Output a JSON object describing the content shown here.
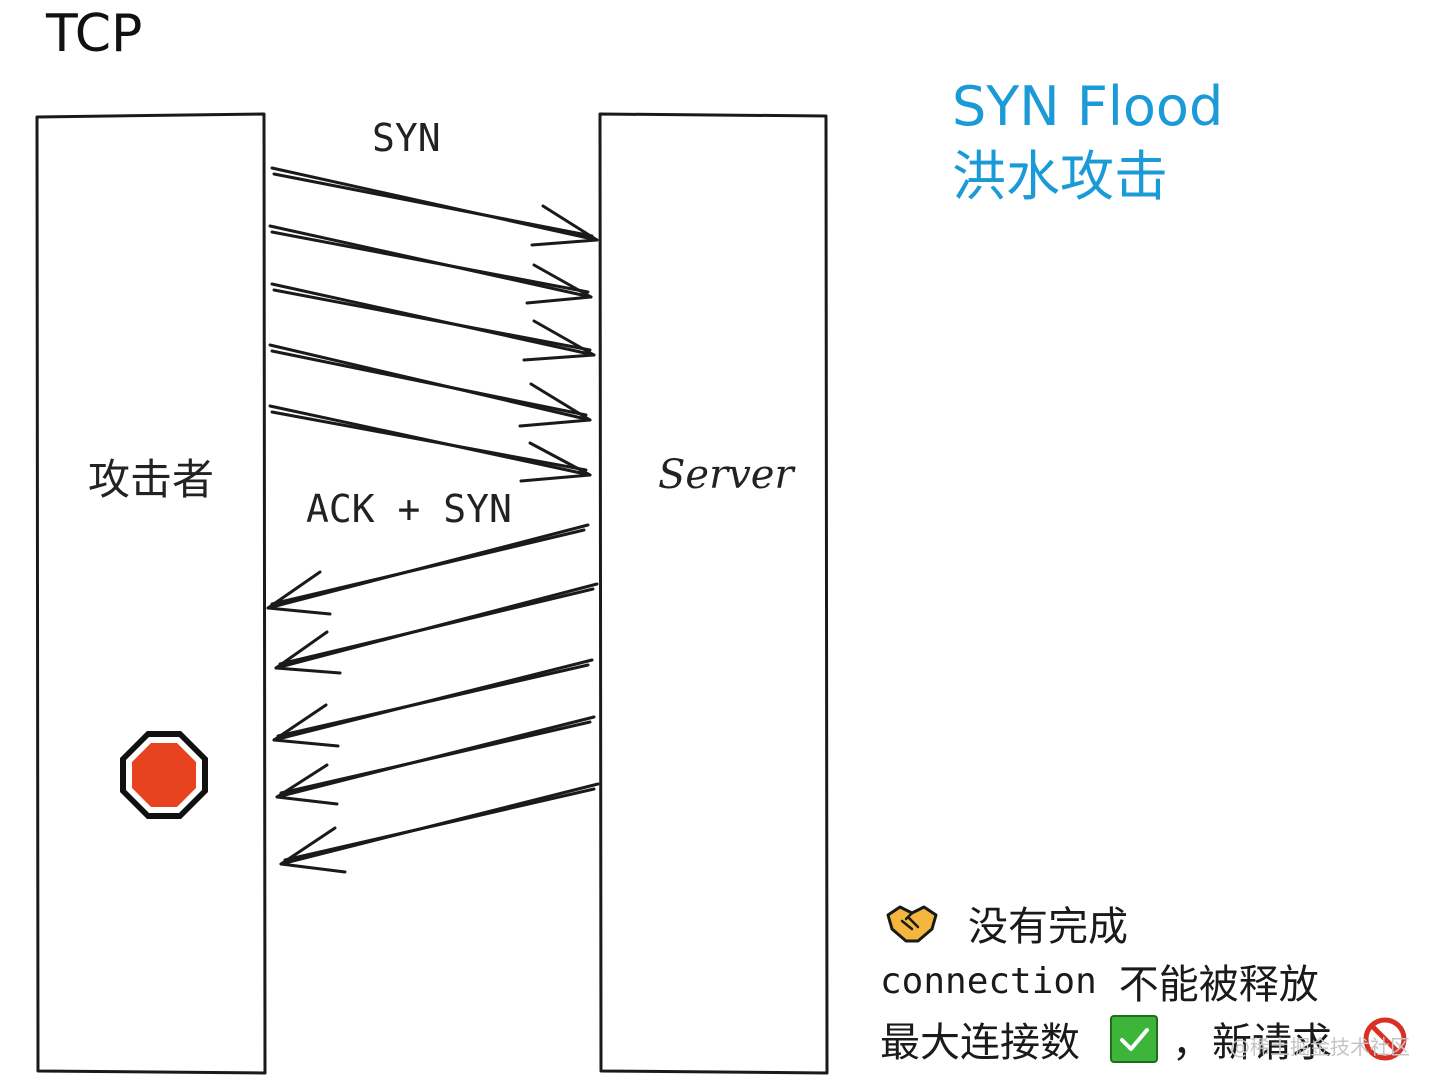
{
  "title": "TCP",
  "heading": {
    "line1": "SYN Flood",
    "line2": "洪水攻击"
  },
  "actors": {
    "attacker": "攻击者",
    "server": "Server"
  },
  "messages": {
    "syn_label": "SYN",
    "ack_syn_label": "ACK + SYN",
    "syn_arrow_count": 5,
    "ack_syn_arrow_count": 5
  },
  "notes": {
    "line1": "没有完成",
    "line2_code": "connection",
    "line2_text": "不能被释放",
    "line3_text": "最大连接数",
    "line3_sep": "，",
    "line3_tail": "新请求"
  },
  "icons": {
    "stop": "stop-sign-icon",
    "handshake": "handshake-icon",
    "check": "check-mark-button-icon",
    "prohibited": "prohibited-icon"
  },
  "colors": {
    "accent": "#1b9ad8",
    "stop": "#e8431f",
    "check": "#3db53a",
    "prohibited": "#d93025",
    "handshake": "#f4b63f"
  },
  "watermark": "@稀土掘金技术社区"
}
